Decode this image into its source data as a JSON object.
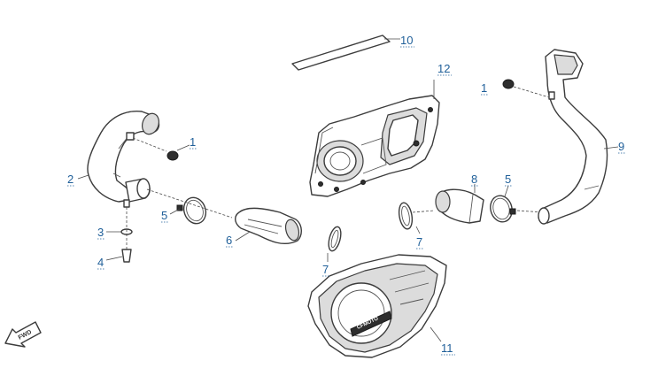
{
  "callouts": {
    "c1a": "1",
    "c1b": "1",
    "c2": "2",
    "c3": "3",
    "c4": "4",
    "c5a": "5",
    "c5b": "5",
    "c6": "6",
    "c7a": "7",
    "c7b": "7",
    "c8": "8",
    "c9": "9",
    "c10": "10",
    "c11": "11",
    "c12": "12"
  },
  "fwd_label": "FWD",
  "cover_logo": "CFMOTO",
  "colors": {
    "callout": "#1f5f99",
    "line": "#3c3c3c",
    "fill": "#ffffff"
  }
}
